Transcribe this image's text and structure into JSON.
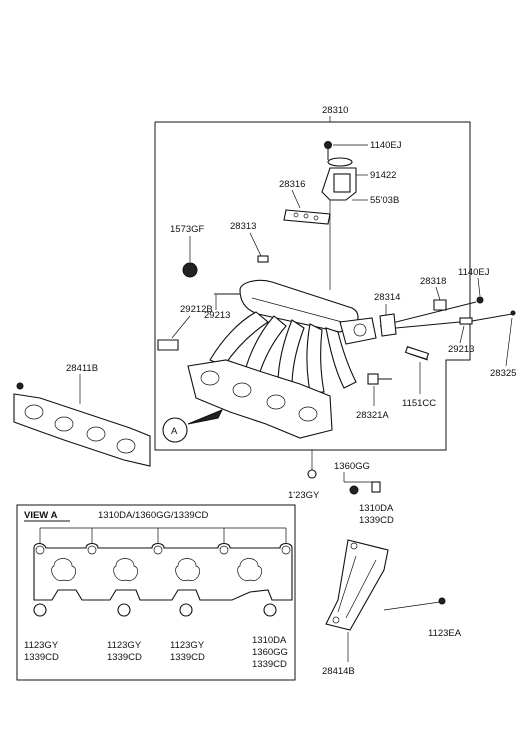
{
  "labels": {
    "main_assembly": "28310",
    "bolt_top": "1140EJ",
    "bracket_top": "91422",
    "bracket_bolt": "55'03B",
    "gasket_small": "28316",
    "plug": "1573GF",
    "sensor": "28313",
    "hose_nipple": "29212B",
    "pipe_left": "29213",
    "bracket_right": "28318",
    "bolt_right": "1140EJ",
    "gasket_throttle": "28314",
    "pipe_right": "29213",
    "hose_right": "28325",
    "exhaust_gasket": "28411B",
    "stud_bolt": "1151CC",
    "nut_stud": "28321A",
    "nut_lower_left": "1'23GY",
    "nut_lower_mid_top": "1360GG",
    "nut_lower_right_a": "1310DA",
    "nut_lower_right_b": "1339CD",
    "stay": "28414B",
    "stay_bolt": "1123EA",
    "view_marker": "A"
  },
  "view_a": {
    "title": "VIEW A",
    "top_callout": "1310DA/1360GG/1339CD",
    "bottom_callouts": [
      [
        "1123GY",
        "1339CD"
      ],
      [
        "1123GY",
        "1339CD"
      ],
      [
        "1123GY",
        "1339CD"
      ],
      [
        "1310DA",
        "1360GG",
        "1339CD"
      ]
    ]
  }
}
